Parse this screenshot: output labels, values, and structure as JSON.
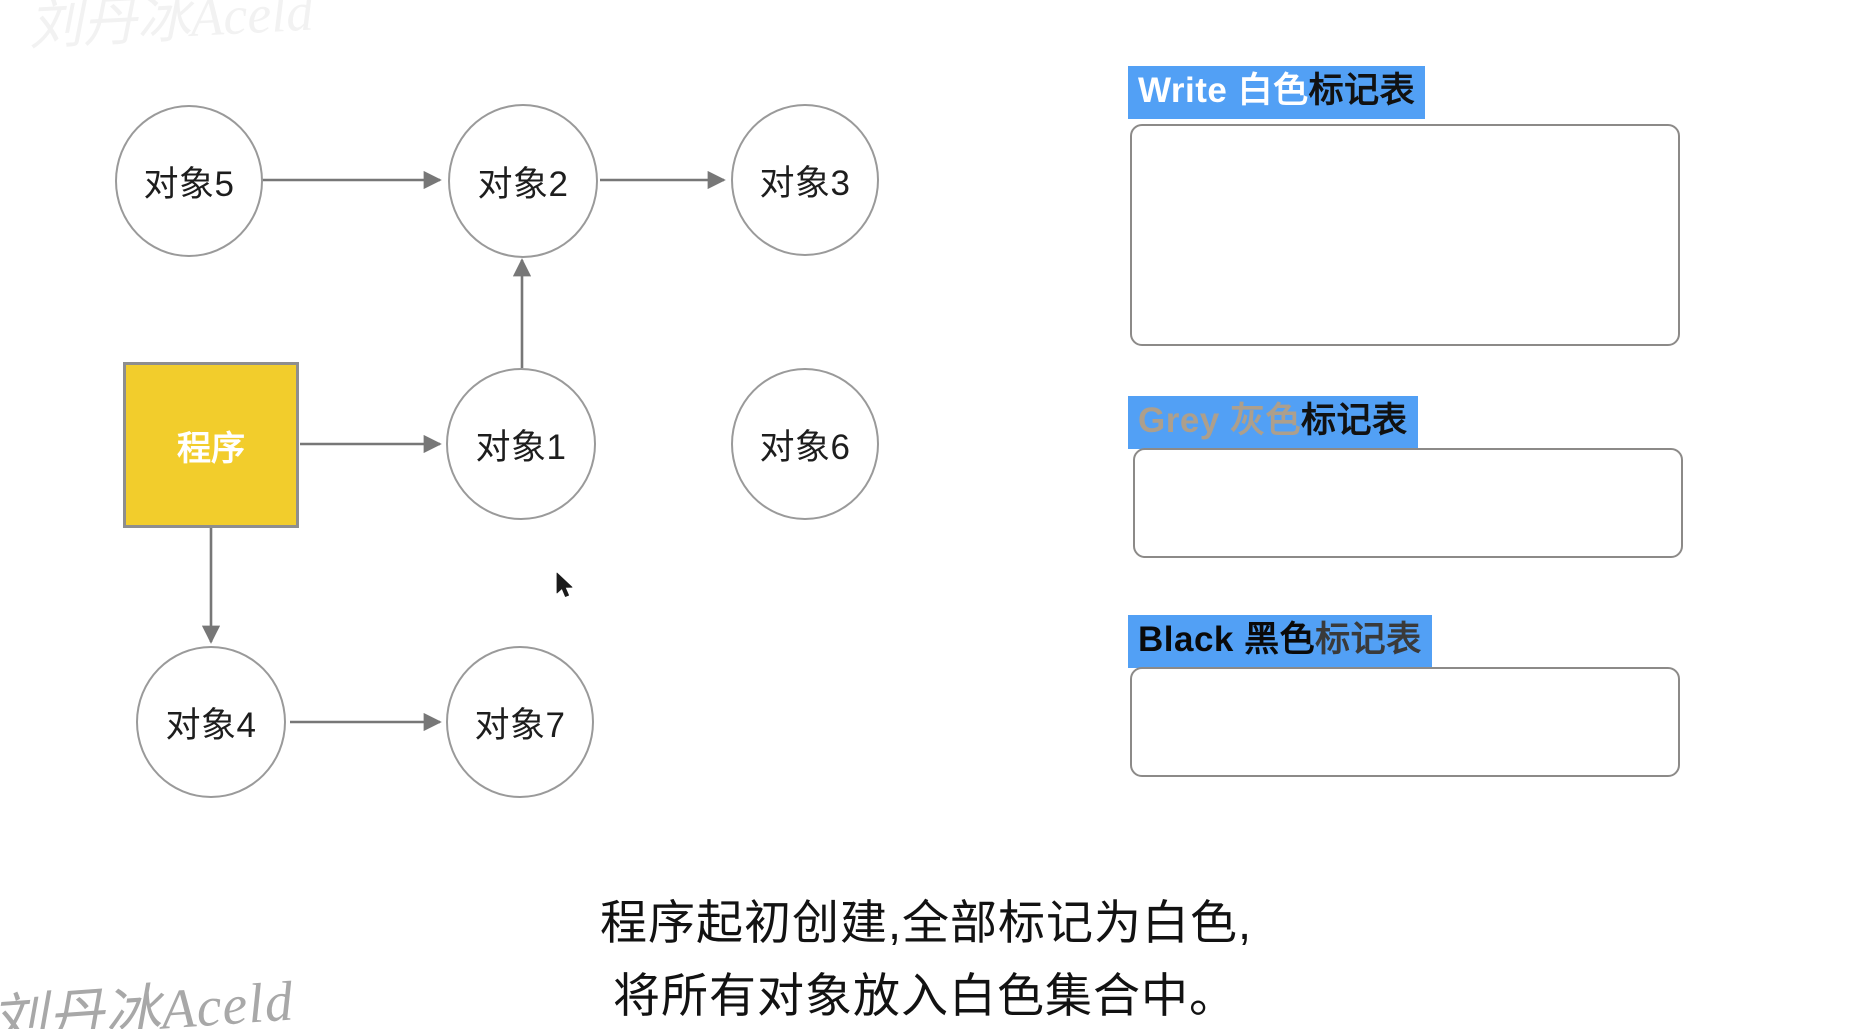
{
  "watermarks": {
    "top": "刘丹冰Aceld",
    "bottom": "刘丹冰Aceld"
  },
  "colors": {
    "highlight_blue": "#52a0f5",
    "program_yellow": "#f2cd2c",
    "node_border": "#9a9a9a",
    "box_border": "#8c8a88",
    "grey_text": "#ad9f8c"
  },
  "graph": {
    "program": {
      "label": "程序"
    },
    "nodes": [
      {
        "id": "obj5",
        "label": "对象5"
      },
      {
        "id": "obj2",
        "label": "对象2"
      },
      {
        "id": "obj3",
        "label": "对象3"
      },
      {
        "id": "obj1",
        "label": "对象1"
      },
      {
        "id": "obj6",
        "label": "对象6"
      },
      {
        "id": "obj4",
        "label": "对象4"
      },
      {
        "id": "obj7",
        "label": "对象7"
      }
    ],
    "edges": [
      {
        "from": "obj5",
        "to": "obj2"
      },
      {
        "from": "obj2",
        "to": "obj3"
      },
      {
        "from": "obj1",
        "to": "obj2"
      },
      {
        "from": "program",
        "to": "obj1"
      },
      {
        "from": "program",
        "to": "obj4"
      },
      {
        "from": "obj4",
        "to": "obj7"
      }
    ]
  },
  "tables": [
    {
      "id": "white",
      "title_key": "Write",
      "title_color_word": " 白色",
      "title_rest": "标记表",
      "items": []
    },
    {
      "id": "grey",
      "title_key": "Grey",
      "title_color_word": " 灰色",
      "title_rest": "标记表",
      "items": []
    },
    {
      "id": "black",
      "title_key": "Black",
      "title_color_word": " 黑色",
      "title_rest": "标记表",
      "items": []
    }
  ],
  "caption": {
    "line1": "程序起初创建,全部标记为白色,",
    "line2": "将所有对象放入白色集合中。"
  }
}
